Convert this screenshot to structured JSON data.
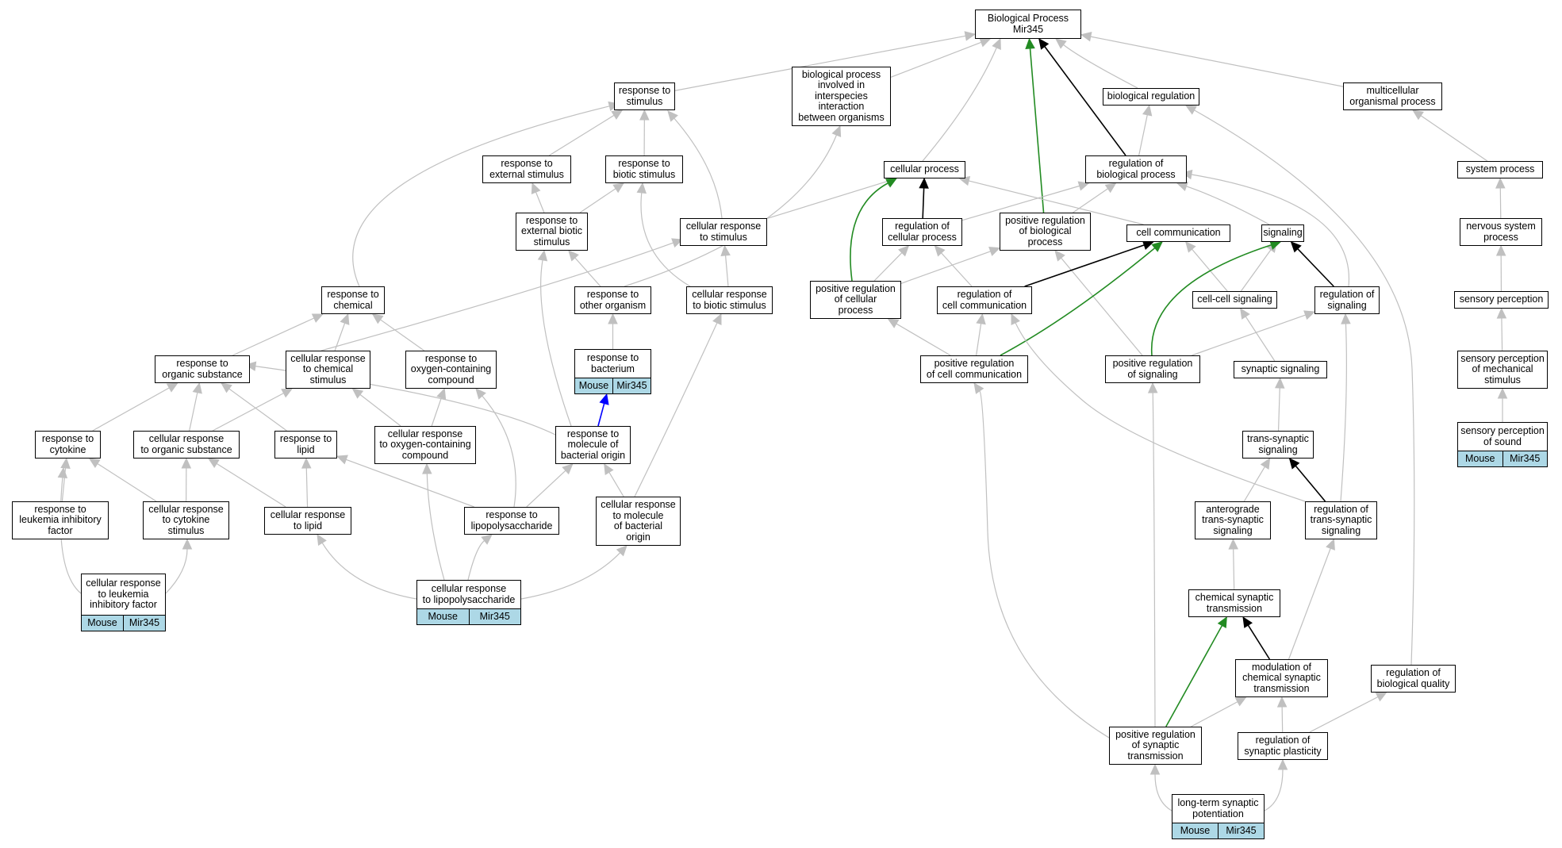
{
  "nodes": {
    "bp": {
      "label": "Biological Process\nMir345"
    },
    "rstim": {
      "label": "response to\nstimulus"
    },
    "bpinter": {
      "label": "biological process\ninvolved in\ninterspecies\ninteraction\nbetween organisms"
    },
    "bioreg": {
      "label": "biological regulation"
    },
    "multi": {
      "label": "multicellular\norganismal process"
    },
    "rext": {
      "label": "response to\nexternal stimulus"
    },
    "rbio": {
      "label": "response to\nbiotic stimulus"
    },
    "cellproc": {
      "label": "cellular process"
    },
    "regbp": {
      "label": "regulation of\nbiological process"
    },
    "sysproc": {
      "label": "system process"
    },
    "rextbio": {
      "label": "response to\nexternal biotic\nstimulus"
    },
    "crstim": {
      "label": "cellular response\nto stimulus"
    },
    "regcp": {
      "label": "regulation of\ncellular process"
    },
    "posregbp": {
      "label": "positive regulation\nof biological\nprocess"
    },
    "cellcomm": {
      "label": "cell communication"
    },
    "signaling": {
      "label": "signaling"
    },
    "nervsys": {
      "label": "nervous system\nprocess"
    },
    "rchem": {
      "label": "response to\nchemical"
    },
    "rother": {
      "label": "response to\nother organism"
    },
    "crbio": {
      "label": "cellular response\nto biotic stimulus"
    },
    "posregcp": {
      "label": "positive regulation\nof cellular\nprocess"
    },
    "regcc": {
      "label": "regulation of\ncell communication"
    },
    "ccsig": {
      "label": "cell-cell signaling"
    },
    "regsig": {
      "label": "regulation of\nsignaling"
    },
    "sensperc": {
      "label": "sensory perception"
    },
    "rorg": {
      "label": "response to\norganic substance"
    },
    "crchem": {
      "label": "cellular response\nto chemical\nstimulus"
    },
    "roxy": {
      "label": "response to\noxygen-containing\ncompound"
    },
    "rbact": {
      "label": "response to\nbacterium",
      "annotation": [
        "Mouse",
        "Mir345"
      ]
    },
    "posregcc": {
      "label": "positive regulation\nof cell communication"
    },
    "posregsig": {
      "label": "positive regulation\nof signaling"
    },
    "synsig": {
      "label": "synaptic signaling"
    },
    "spmech": {
      "label": "sensory perception\nof mechanical\nstimulus"
    },
    "rcyto": {
      "label": "response to\ncytokine"
    },
    "crorg": {
      "label": "cellular response\nto organic substance"
    },
    "rlipid": {
      "label": "response to\nlipid"
    },
    "croxy": {
      "label": "cellular response\nto oxygen-containing\ncompound"
    },
    "rmolbact": {
      "label": "response to\nmolecule of\nbacterial origin"
    },
    "transsyn": {
      "label": "trans-synaptic\nsignaling"
    },
    "spsound": {
      "label": "sensory perception\nof sound",
      "annotation": [
        "Mouse",
        "Mir345"
      ]
    },
    "rlif": {
      "label": "response to\nleukemia inhibitory\nfactor"
    },
    "crcyto": {
      "label": "cellular response\nto cytokine\nstimulus"
    },
    "crlipid": {
      "label": "cellular response\nto lipid"
    },
    "rlps": {
      "label": "response to\nlipopolysaccharide"
    },
    "crmolbact": {
      "label": "cellular response\nto molecule\nof bacterial\norigin"
    },
    "antero": {
      "label": "anterograde\ntrans-synaptic\nsignaling"
    },
    "regtrans": {
      "label": "regulation of\ntrans-synaptic\nsignaling"
    },
    "crlif": {
      "label": "cellular response\nto leukemia\ninhibitory factor",
      "annotation": [
        "Mouse",
        "Mir345"
      ]
    },
    "crlps": {
      "label": "cellular response\nto lipopolysaccharide",
      "annotation": [
        "Mouse",
        "Mir345"
      ]
    },
    "chemsyn": {
      "label": "chemical synaptic\ntransmission"
    },
    "modchem": {
      "label": "modulation of\nchemical synaptic\ntransmission"
    },
    "regqual": {
      "label": "regulation of\nbiological quality"
    },
    "posregsyn": {
      "label": "positive regulation\nof synaptic\ntransmission"
    },
    "regplast": {
      "label": "regulation of\nsynaptic plasticity"
    },
    "ltp": {
      "label": "long-term synaptic\npotentiation",
      "annotation": [
        "Mouse",
        "Mir345"
      ]
    }
  },
  "edges": [
    [
      "rstim",
      "bp",
      "is_a"
    ],
    [
      "bpinter",
      "bp",
      "is_a"
    ],
    [
      "cellproc",
      "bp",
      "is_a"
    ],
    [
      "posregbp",
      "bp",
      "positively_regulates"
    ],
    [
      "regbp",
      "bp",
      "regulates"
    ],
    [
      "bioreg",
      "bp",
      "is_a"
    ],
    [
      "multi",
      "bp",
      "is_a"
    ],
    [
      "rext",
      "rstim",
      "is_a"
    ],
    [
      "rbio",
      "rstim",
      "is_a"
    ],
    [
      "crstim",
      "rstim",
      "is_a"
    ],
    [
      "rchem",
      "rstim",
      "is_a"
    ],
    [
      "rextbio",
      "rext",
      "is_a"
    ],
    [
      "rextbio",
      "rbio",
      "is_a"
    ],
    [
      "crbio",
      "rbio",
      "is_a"
    ],
    [
      "rother",
      "rextbio",
      "is_a"
    ],
    [
      "rother",
      "bpinter",
      "is_a"
    ],
    [
      "rbact",
      "rother",
      "is_a"
    ],
    [
      "crbio",
      "crstim",
      "is_a"
    ],
    [
      "crstim",
      "cellproc",
      "is_a"
    ],
    [
      "crchem",
      "crstim",
      "is_a"
    ],
    [
      "cellcomm",
      "cellproc",
      "is_a"
    ],
    [
      "posregcp",
      "cellproc",
      "positively_regulates"
    ],
    [
      "regcp",
      "cellproc",
      "regulates"
    ],
    [
      "regbp",
      "bioreg",
      "is_a"
    ],
    [
      "regqual",
      "bioreg",
      "is_a"
    ],
    [
      "sysproc",
      "multi",
      "is_a"
    ],
    [
      "regcp",
      "regbp",
      "is_a"
    ],
    [
      "posregbp",
      "regbp",
      "is_a"
    ],
    [
      "signaling",
      "regbp",
      "is_a"
    ],
    [
      "regsig",
      "regbp",
      "is_a"
    ],
    [
      "posregcp",
      "regcp",
      "is_a"
    ],
    [
      "regcc",
      "regcp",
      "is_a"
    ],
    [
      "posregcp",
      "posregbp",
      "is_a"
    ],
    [
      "posregsig",
      "posregbp",
      "is_a"
    ],
    [
      "regcc",
      "cellcomm",
      "regulates"
    ],
    [
      "ccsig",
      "cellcomm",
      "is_a"
    ],
    [
      "posregcc",
      "cellcomm",
      "positively_regulates"
    ],
    [
      "ccsig",
      "signaling",
      "is_a"
    ],
    [
      "regsig",
      "signaling",
      "regulates"
    ],
    [
      "posregsig",
      "signaling",
      "positively_regulates"
    ],
    [
      "nervsys",
      "sysproc",
      "is_a"
    ],
    [
      "sensperc",
      "nervsys",
      "is_a"
    ],
    [
      "spmech",
      "sensperc",
      "is_a"
    ],
    [
      "spsound",
      "spmech",
      "is_a"
    ],
    [
      "rorg",
      "rchem",
      "is_a"
    ],
    [
      "crchem",
      "rchem",
      "is_a"
    ],
    [
      "roxy",
      "rchem",
      "is_a"
    ],
    [
      "rmolbact",
      "rbact",
      "is_a"
    ],
    [
      "rmolbact",
      "rextbio",
      "is_a"
    ],
    [
      "crmolbact",
      "crbio",
      "is_a"
    ],
    [
      "posregcc",
      "posregcp",
      "is_a"
    ],
    [
      "posregcc",
      "regcc",
      "is_a"
    ],
    [
      "posregsig",
      "regsig",
      "is_a"
    ],
    [
      "synsig",
      "ccsig",
      "is_a"
    ],
    [
      "rcyto",
      "rorg",
      "is_a"
    ],
    [
      "crorg",
      "rorg",
      "is_a"
    ],
    [
      "rlipid",
      "rorg",
      "is_a"
    ],
    [
      "rmolbact",
      "rorg",
      "is_a"
    ],
    [
      "crorg",
      "crchem",
      "is_a"
    ],
    [
      "croxy",
      "crchem",
      "is_a"
    ],
    [
      "croxy",
      "roxy",
      "is_a"
    ],
    [
      "rlps",
      "roxy",
      "is_a"
    ],
    [
      "transsyn",
      "synsig",
      "is_a"
    ],
    [
      "antero",
      "transsyn",
      "is_a"
    ],
    [
      "regtrans",
      "transsyn",
      "regulates"
    ],
    [
      "regtrans",
      "regsig",
      "is_a"
    ],
    [
      "regtrans",
      "regcc",
      "is_a"
    ],
    [
      "rlif",
      "rcyto",
      "is_a"
    ],
    [
      "crcyto",
      "rcyto",
      "is_a"
    ],
    [
      "crcyto",
      "crorg",
      "is_a"
    ],
    [
      "crlipid",
      "crorg",
      "is_a"
    ],
    [
      "crlipid",
      "rlipid",
      "is_a"
    ],
    [
      "rlps",
      "rlipid",
      "is_a"
    ],
    [
      "rlps",
      "rmolbact",
      "is_a"
    ],
    [
      "crmolbact",
      "rmolbact",
      "is_a"
    ],
    [
      "crlif",
      "rlif",
      "is_a"
    ],
    [
      "crlif",
      "crcyto",
      "is_a"
    ],
    [
      "crlps",
      "crlipid",
      "is_a"
    ],
    [
      "crlps",
      "croxy",
      "is_a"
    ],
    [
      "crlps",
      "rlps",
      "is_a"
    ],
    [
      "crlps",
      "crmolbact",
      "is_a"
    ],
    [
      "chemsyn",
      "antero",
      "is_a"
    ],
    [
      "modchem",
      "chemsyn",
      "regulates"
    ],
    [
      "modchem",
      "regtrans",
      "is_a"
    ],
    [
      "posregsyn",
      "chemsyn",
      "positively_regulates"
    ],
    [
      "posregsyn",
      "modchem",
      "is_a"
    ],
    [
      "posregsyn",
      "posregcc",
      "is_a"
    ],
    [
      "posregsyn",
      "posregsig",
      "is_a"
    ],
    [
      "regplast",
      "modchem",
      "is_a"
    ],
    [
      "regplast",
      "regqual",
      "is_a"
    ],
    [
      "ltp",
      "posregsyn",
      "is_a"
    ],
    [
      "ltp",
      "regplast",
      "is_a"
    ]
  ],
  "edge_colors": {
    "is_a": "#c0c0c0",
    "regulates": "#000000",
    "positively_regulates": "#228b22",
    "highlight": "#0000ff"
  },
  "annotation_color": "#add8e6"
}
